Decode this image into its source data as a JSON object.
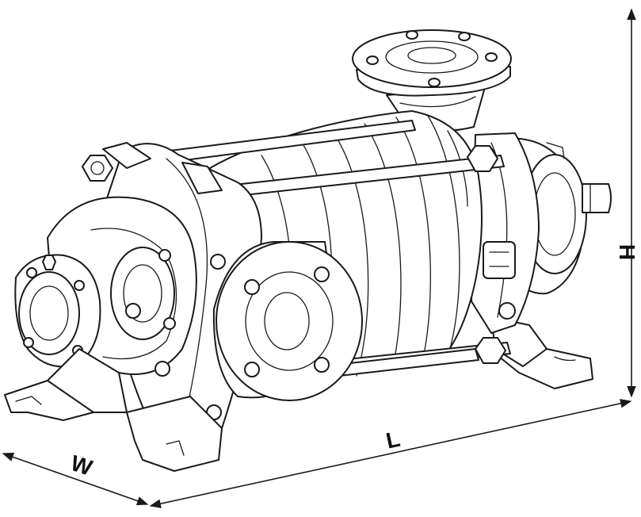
{
  "dimensions": {
    "height_label": "H",
    "length_label": "L",
    "width_label": "W"
  },
  "colors": {
    "line": "#1a1a1a",
    "background": "#ffffff"
  }
}
